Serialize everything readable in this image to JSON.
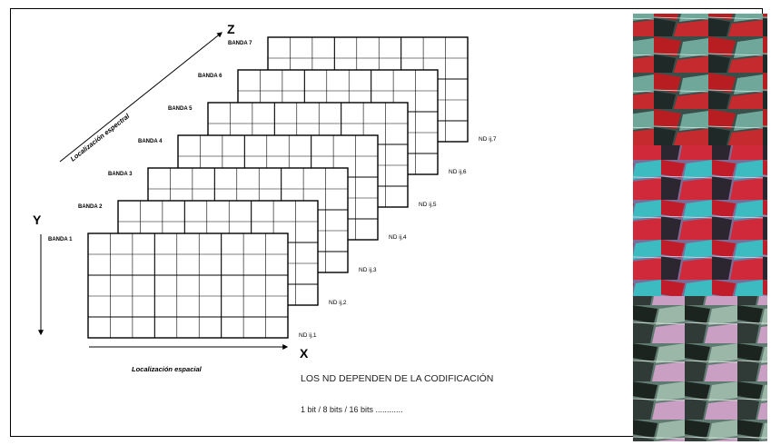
{
  "bands": [
    "BANDA 1",
    "BANDA 2",
    "BANDA 3",
    "BANDA 4",
    "BANDA 5",
    "BANDA 6",
    "BANDA 7"
  ],
  "nd_labels": [
    "ND ij,1",
    "ND ij,2",
    "ND ij,3",
    "ND ij,4",
    "ND ij,5",
    "ND ij,6",
    "ND ij,7"
  ],
  "axes": {
    "x": "X",
    "y": "Y",
    "z": "Z"
  },
  "spatial_x_label": "Localización espacial",
  "spatial_z_label": "Localización espectral",
  "notes": {
    "encoding": "LOS ND DEPENDEN DE LA CODIFICACIÓN",
    "bits": "1 bit / 8 bits / 16 bits ............"
  },
  "photo_panels": [
    "satellite-image-top",
    "satellite-image-middle",
    "satellite-image-bottom"
  ]
}
